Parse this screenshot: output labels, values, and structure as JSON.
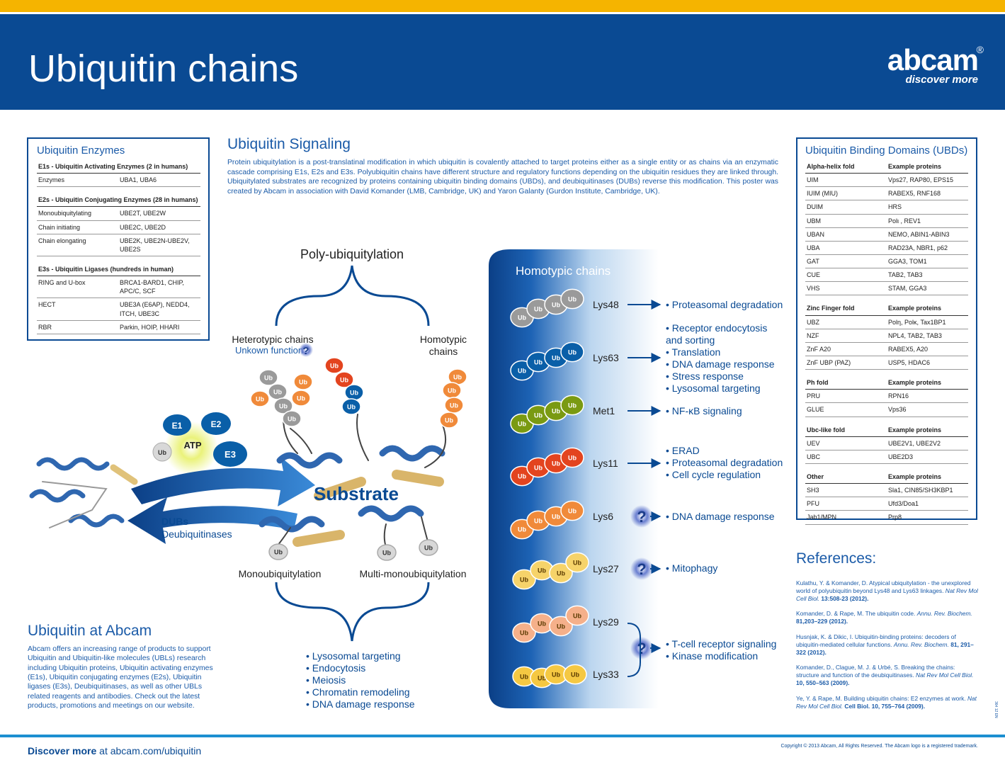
{
  "header": {
    "title": "Ubiquitin chains",
    "logo": "abcam",
    "logo_reg": "®",
    "tagline": "discover more"
  },
  "enzymes": {
    "title": "Ubiquitin Enzymes",
    "sections": [
      {
        "header": "E1s - Ubiquitin Activating Enzymes (2 in humans)",
        "rows": [
          [
            "Enzymes",
            "UBA1, UBA6"
          ]
        ]
      },
      {
        "header": "E2s - Ubiquitin Conjugating Enzymes (28 in humans)",
        "rows": [
          [
            "Monoubiquitylating",
            "UBE2T, UBE2W"
          ],
          [
            "Chain initiating",
            "UBE2C, UBE2D"
          ],
          [
            "Chain elongating",
            "UBE2K, UBE2N-UBE2V, UBE2S"
          ]
        ]
      },
      {
        "header": "E3s - Ubiquitin Ligases (hundreds in human)",
        "rows": [
          [
            "RING and U-box",
            "BRCA1-BARD1, CHIP, APC/C, SCF"
          ],
          [
            "HECT",
            "UBE3A (E6AP), NEDD4, ITCH, UBE3C"
          ],
          [
            "RBR",
            "Parkin, HOIP, HHARI"
          ]
        ]
      }
    ]
  },
  "signaling": {
    "title": "Ubiquitin Signaling",
    "text": "Protein ubiquitylation is a post-translatinal modification in which ubiquitin is covalently attached to target proteins either as a single entity or as chains via an enzymatic cascade comprising E1s, E2s and E3s. Polyubiquitin chains have different structure and regulatory functions depending on the ubiquitin residues they are linked through. Ubiquitylated substrates are recognized by proteins containing ubiquitin binding domains (UBDs), and deubiquitinases (DUBs) reverse this modification. This poster was created by Abcam in association with David Komander (LMB, Cambridge, UK) and Yaron Galanty (Gurdon Institute, Cambridge, UK)."
  },
  "ubd": {
    "title": "Ubiquitin Binding Domains (UBDs)",
    "sections": [
      {
        "fold": "Alpha-helix fold",
        "col": "Example proteins",
        "rows": [
          [
            "UIM",
            "Vps27, RAP80, EPS15"
          ],
          [
            "IUIM (MIU)",
            "RABEX5, RNF168"
          ],
          [
            "DUIM",
            "HRS"
          ],
          [
            "UBM",
            "Polι , REV1"
          ],
          [
            "UBAN",
            "NEMO, ABIN1-ABIN3"
          ],
          [
            "UBA",
            "RAD23A, NBR1, p62"
          ],
          [
            "GAT",
            "GGA3, TOM1"
          ],
          [
            "CUE",
            "TAB2, TAB3"
          ],
          [
            "VHS",
            "STAM, GGA3"
          ]
        ]
      },
      {
        "fold": "Zinc Finger fold",
        "col": "Example proteins",
        "rows": [
          [
            "UBZ",
            "Polη, Polκ, Tax1BP1"
          ],
          [
            "NZF",
            "NPL4, TAB2, TAB3"
          ],
          [
            "ZnF A20",
            "RABEX5, A20"
          ],
          [
            "ZnF UBP (PAZ)",
            "USP5, HDAC6"
          ]
        ]
      },
      {
        "fold": "Ph fold",
        "col": "Example proteins",
        "rows": [
          [
            "PRU",
            "RPN16"
          ],
          [
            "GLUE",
            "Vps36"
          ]
        ]
      },
      {
        "fold": "Ubc-like fold",
        "col": "Example proteins",
        "rows": [
          [
            "UEV",
            "UBE2V1, UBE2V2"
          ],
          [
            "UBC",
            "UBE2D3"
          ]
        ]
      },
      {
        "fold": "Other",
        "col": "Example proteins",
        "rows": [
          [
            "SH3",
            "Sla1, CIN85/SH3KBP1"
          ],
          [
            "PFU",
            "Ufd3/Doa1"
          ],
          [
            "Jab1/MPN",
            "Prp8"
          ]
        ]
      }
    ]
  },
  "diagram": {
    "poly": "Poly-ubiquitylation",
    "hetero": "Heterotypic chains",
    "unknown": "Unkown function",
    "homo": "Homotypic",
    "homo2": "chains",
    "substrate": "Substrate",
    "mono": "Monoubiquitylation",
    "multi": "Multi-monoubiquitylation",
    "e1": "E1",
    "e2": "E2",
    "e3": "E3",
    "atp": "ATP",
    "ub": "Ub",
    "dubs": "DUBs",
    "dubs_full": "Deubiquitinases",
    "mono_functions": [
      "• Lysosomal targeting",
      "• Endocytosis",
      "• Meiosis",
      "• Chromatin remodeling",
      "• DNA damage response"
    ],
    "homotypic_title": "Homotypic chains",
    "chains": [
      {
        "label": "Lys48",
        "color": "#9a9a9a",
        "functions": [
          "• Proteasomal degradation"
        ]
      },
      {
        "label": "Lys63",
        "color": "#0a5fa8",
        "functions": [
          "• Receptor endocytosis",
          "  and sorting",
          "• Translation",
          "• DNA damage response",
          "• Stress response",
          "• Lysosomal targeting"
        ]
      },
      {
        "label": "Met1",
        "color": "#7a9a12",
        "functions": [
          "• NF-κB signaling"
        ]
      },
      {
        "label": "Lys11",
        "color": "#e3441f",
        "functions": [
          "• ERAD",
          "• Proteasomal degradation",
          "• Cell cycle regulation"
        ]
      },
      {
        "label": "Lys6",
        "color": "#f08a3a",
        "functions": [
          "• DNA damage response"
        ]
      },
      {
        "label": "Lys27",
        "color": "#f6d36a",
        "functions": [
          "• Mitophagy"
        ]
      },
      {
        "label": "Lys29",
        "color": "#f5b08a",
        "functions": [
          "• T-cell receptor signaling",
          "• Kinase modification"
        ]
      },
      {
        "label": "Lys33",
        "color": "#f5c842",
        "functions": []
      }
    ],
    "question": "?"
  },
  "abcam": {
    "title": "Ubiquitin at Abcam",
    "text": "Abcam offers an increasing range of products to support Ubiquitin and Ubiquitin-like molecules (UBLs) research including Ubiquitin proteins, Ubiquitin activating enzymes (E1s), Ubiquitin conjugating enzymes (E2s), Ubiquitin ligases (E3s), Deubiquitinases, as well as other UBLs related reagents and antibodies. Check out the latest products, promotions and meetings on our website."
  },
  "references": {
    "title": "References:",
    "items": [
      {
        "a": "Kulathu, Y. & Komander, D. Atypical ubiquitylation - the unexplored world of polyubiquitin beyond Lys48 and Lys63 linkages. ",
        "j": "Nat Rev Mol Cell Biol.",
        "b": " 13:508-23 (2012)."
      },
      {
        "a": "Komander, D. & Rape, M. The ubiquitin code. ",
        "j": "Annu. Rev. Biochem.",
        "b": " 81,203–229 (2012)."
      },
      {
        "a": "Husnjak, K. & Dikic, I. Ubiquitin-binding proteins: decoders of ubiquitin-mediated cellular functions. ",
        "j": "Annu. Rev. Biochem.",
        "b": " 81, 291–322 (2012)."
      },
      {
        "a": "Komander, D., Clague, M. J. & Urbé, S. Breaking the chains: structure and function of the deubiquitinases. ",
        "j": "Nat Rev Mol Cell Biol.",
        "b": " 10, 550–563 (2009)."
      },
      {
        "a": "Ye, Y. & Rape, M. Building ubiquitin chains: E2 enzymes at work. ",
        "j": "Nat Rev Mol Cell Biol.",
        "b": " Cell Biol. 10, 755–764 (2009)."
      }
    ]
  },
  "footer": {
    "bold": "Discover more",
    "rest": " at abcam.com/ubiquitin",
    "copyright": "Copyright © 2013 Abcam, All Rights Reserved. The Abcam logo is a registered trademark.",
    "code": "364 12 EN"
  }
}
